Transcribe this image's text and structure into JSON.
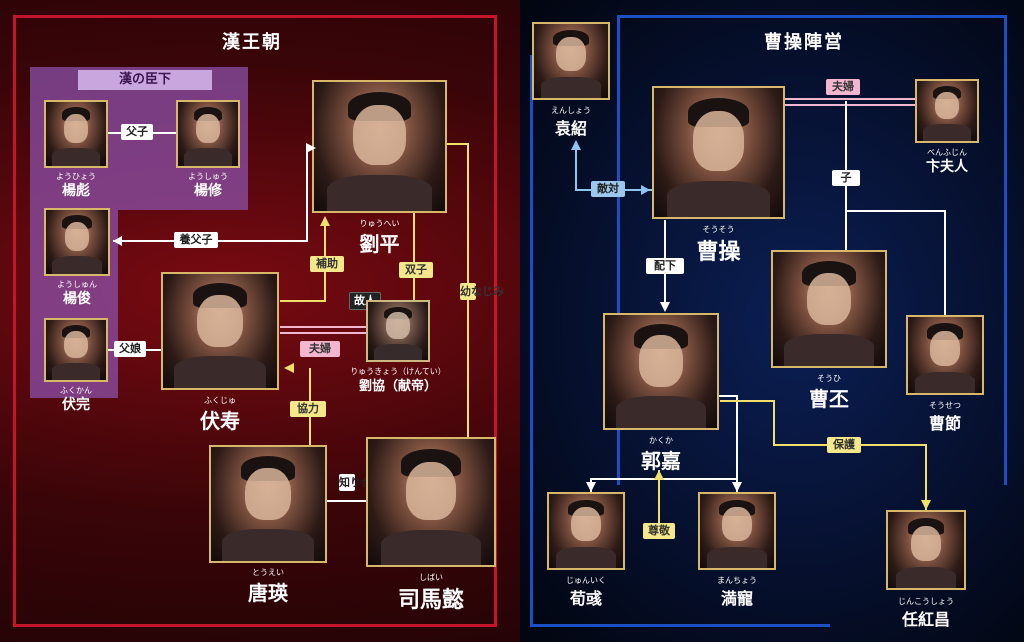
{
  "factions": {
    "han": "漢王朝",
    "han_vassals": "漢の臣下",
    "cao": "曹操陣営"
  },
  "people": {
    "yang_biao": {
      "ruby": "ようひょう",
      "name": "楊彪"
    },
    "yang_xiu": {
      "ruby": "ようしゅう",
      "name": "楊修"
    },
    "yang_jun": {
      "ruby": "ようしゅん",
      "name": "楊俊"
    },
    "fu_wan": {
      "ruby": "ふくかん",
      "name": "伏完"
    },
    "fu_shou": {
      "ruby": "ふくじゅ",
      "name": "伏寿"
    },
    "liu_ping": {
      "ruby": "りゅうへい",
      "name": "劉平"
    },
    "liu_xie": {
      "ruby": "りゅうきょう（けんてい）",
      "name": "劉協（献帝）",
      "note": "故人"
    },
    "tang_ying": {
      "ruby": "とうえい",
      "name": "唐瑛"
    },
    "sima_yi": {
      "ruby": "しばい",
      "name": "司馬懿"
    },
    "yuan_shao": {
      "ruby": "えんしょう",
      "name": "袁紹"
    },
    "cao_cao": {
      "ruby": "そうそう",
      "name": "曹操"
    },
    "lady_bian": {
      "ruby": "べんふじん",
      "name": "卞夫人"
    },
    "cao_pi": {
      "ruby": "そうひ",
      "name": "曹丕"
    },
    "cao_jie": {
      "ruby": "そうせつ",
      "name": "曹節"
    },
    "guo_jia": {
      "ruby": "かくか",
      "name": "郭嘉"
    },
    "xun_yu": {
      "ruby": "じゅんいく",
      "name": "荀彧"
    },
    "man_chong": {
      "ruby": "まんちょう",
      "name": "満寵"
    },
    "ren_hongchang": {
      "ruby": "じんこうしょう",
      "name": "任紅昌"
    }
  },
  "relations": {
    "father_son": "父子",
    "adoptive": "養父子",
    "father_daughter": "父娘",
    "assist": "補助",
    "twins": "双子",
    "couple_han": "夫婦",
    "childhood_friends": "幼なじみ",
    "cooperate": "協力",
    "acquainted": "知り合う",
    "hostile": "敵対",
    "couple_cao": "夫婦",
    "child": "子",
    "subordinate": "配下",
    "protect": "保護",
    "respect": "尊敬"
  }
}
